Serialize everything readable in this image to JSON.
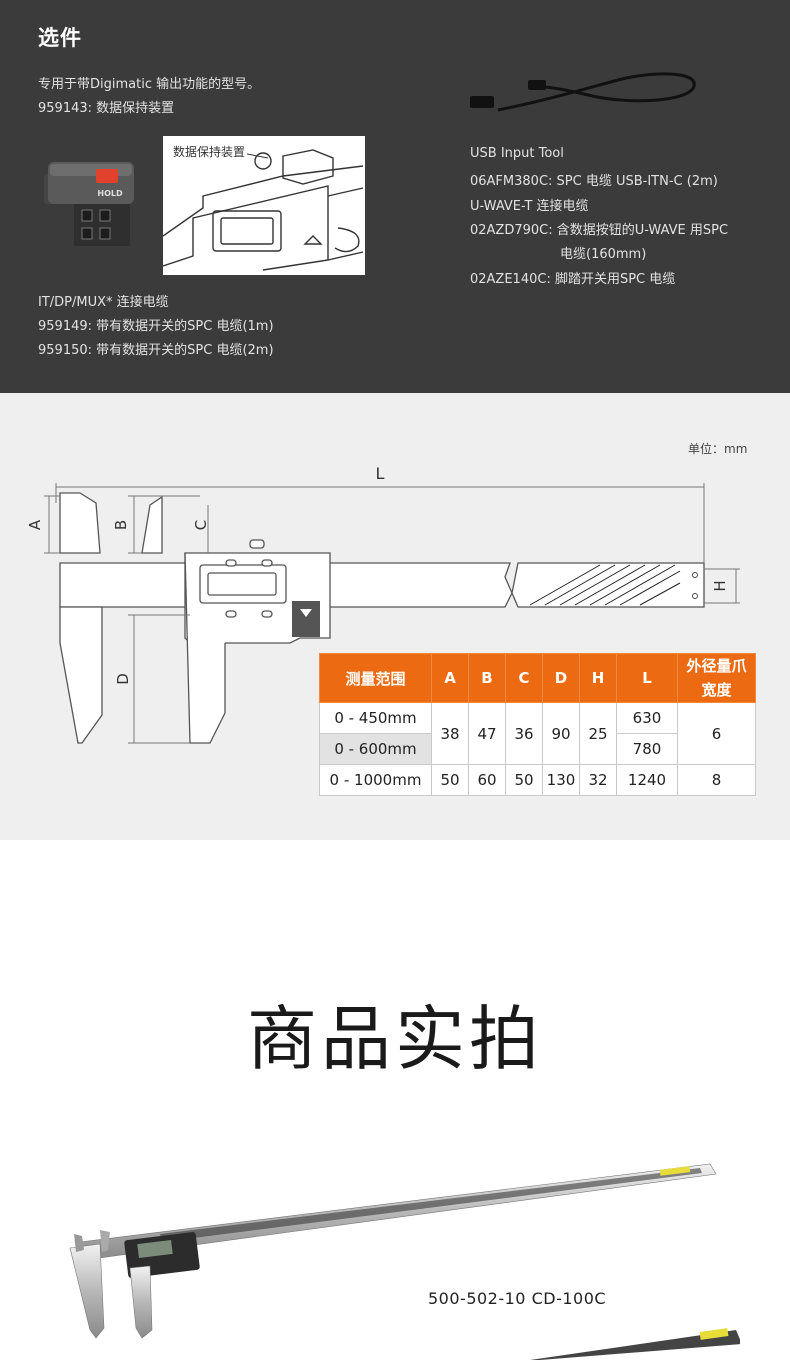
{
  "options": {
    "title": "选件",
    "left_lines": [
      "专用于带Digimatic 输出功能的型号。",
      "959143: 数据保持装置"
    ],
    "hold_callout": "数据保持装置",
    "hold_button_label": "HOLD",
    "bottom_lines": [
      "IT/DP/MUX* 连接电缆",
      "959149: 带有数据开关的SPC 电缆(1m)",
      "959150: 带有数据开关的SPC 电缆(2m)"
    ],
    "right_lines": [
      "USB Input Tool",
      "06AFM380C: SPC 电缆 USB-ITN-C (2m)",
      "U-WAVE-T 连接电缆",
      "02AZD790C: 含数据按钮的U-WAVE 用SPC",
      "电缆(160mm)",
      "02AZE140C: 脚踏开关用SPC 电缆"
    ]
  },
  "dimensions": {
    "unit": "单位：mm",
    "labels": {
      "L": "L",
      "A": "A",
      "B": "B",
      "C": "C",
      "D": "D",
      "H": "H"
    },
    "table": {
      "headers": [
        "测量范围",
        "A",
        "B",
        "C",
        "D",
        "H",
        "L",
        "外径量爪",
        "宽度"
      ],
      "rows": {
        "r1": {
          "range": "0 - 450mm",
          "L": "630"
        },
        "r2": {
          "range": "0 - 600mm",
          "L": "780"
        },
        "merged": {
          "A": "38",
          "B": "47",
          "C": "36",
          "D": "90",
          "H": "25",
          "W": "6"
        },
        "r3": {
          "range": "0 - 1000mm",
          "A": "50",
          "B": "60",
          "C": "50",
          "D": "130",
          "H": "32",
          "L": "1240",
          "W": "8"
        }
      }
    }
  },
  "photos": {
    "title": "商品实拍",
    "model_label": "500-502-10  CD-100C"
  }
}
